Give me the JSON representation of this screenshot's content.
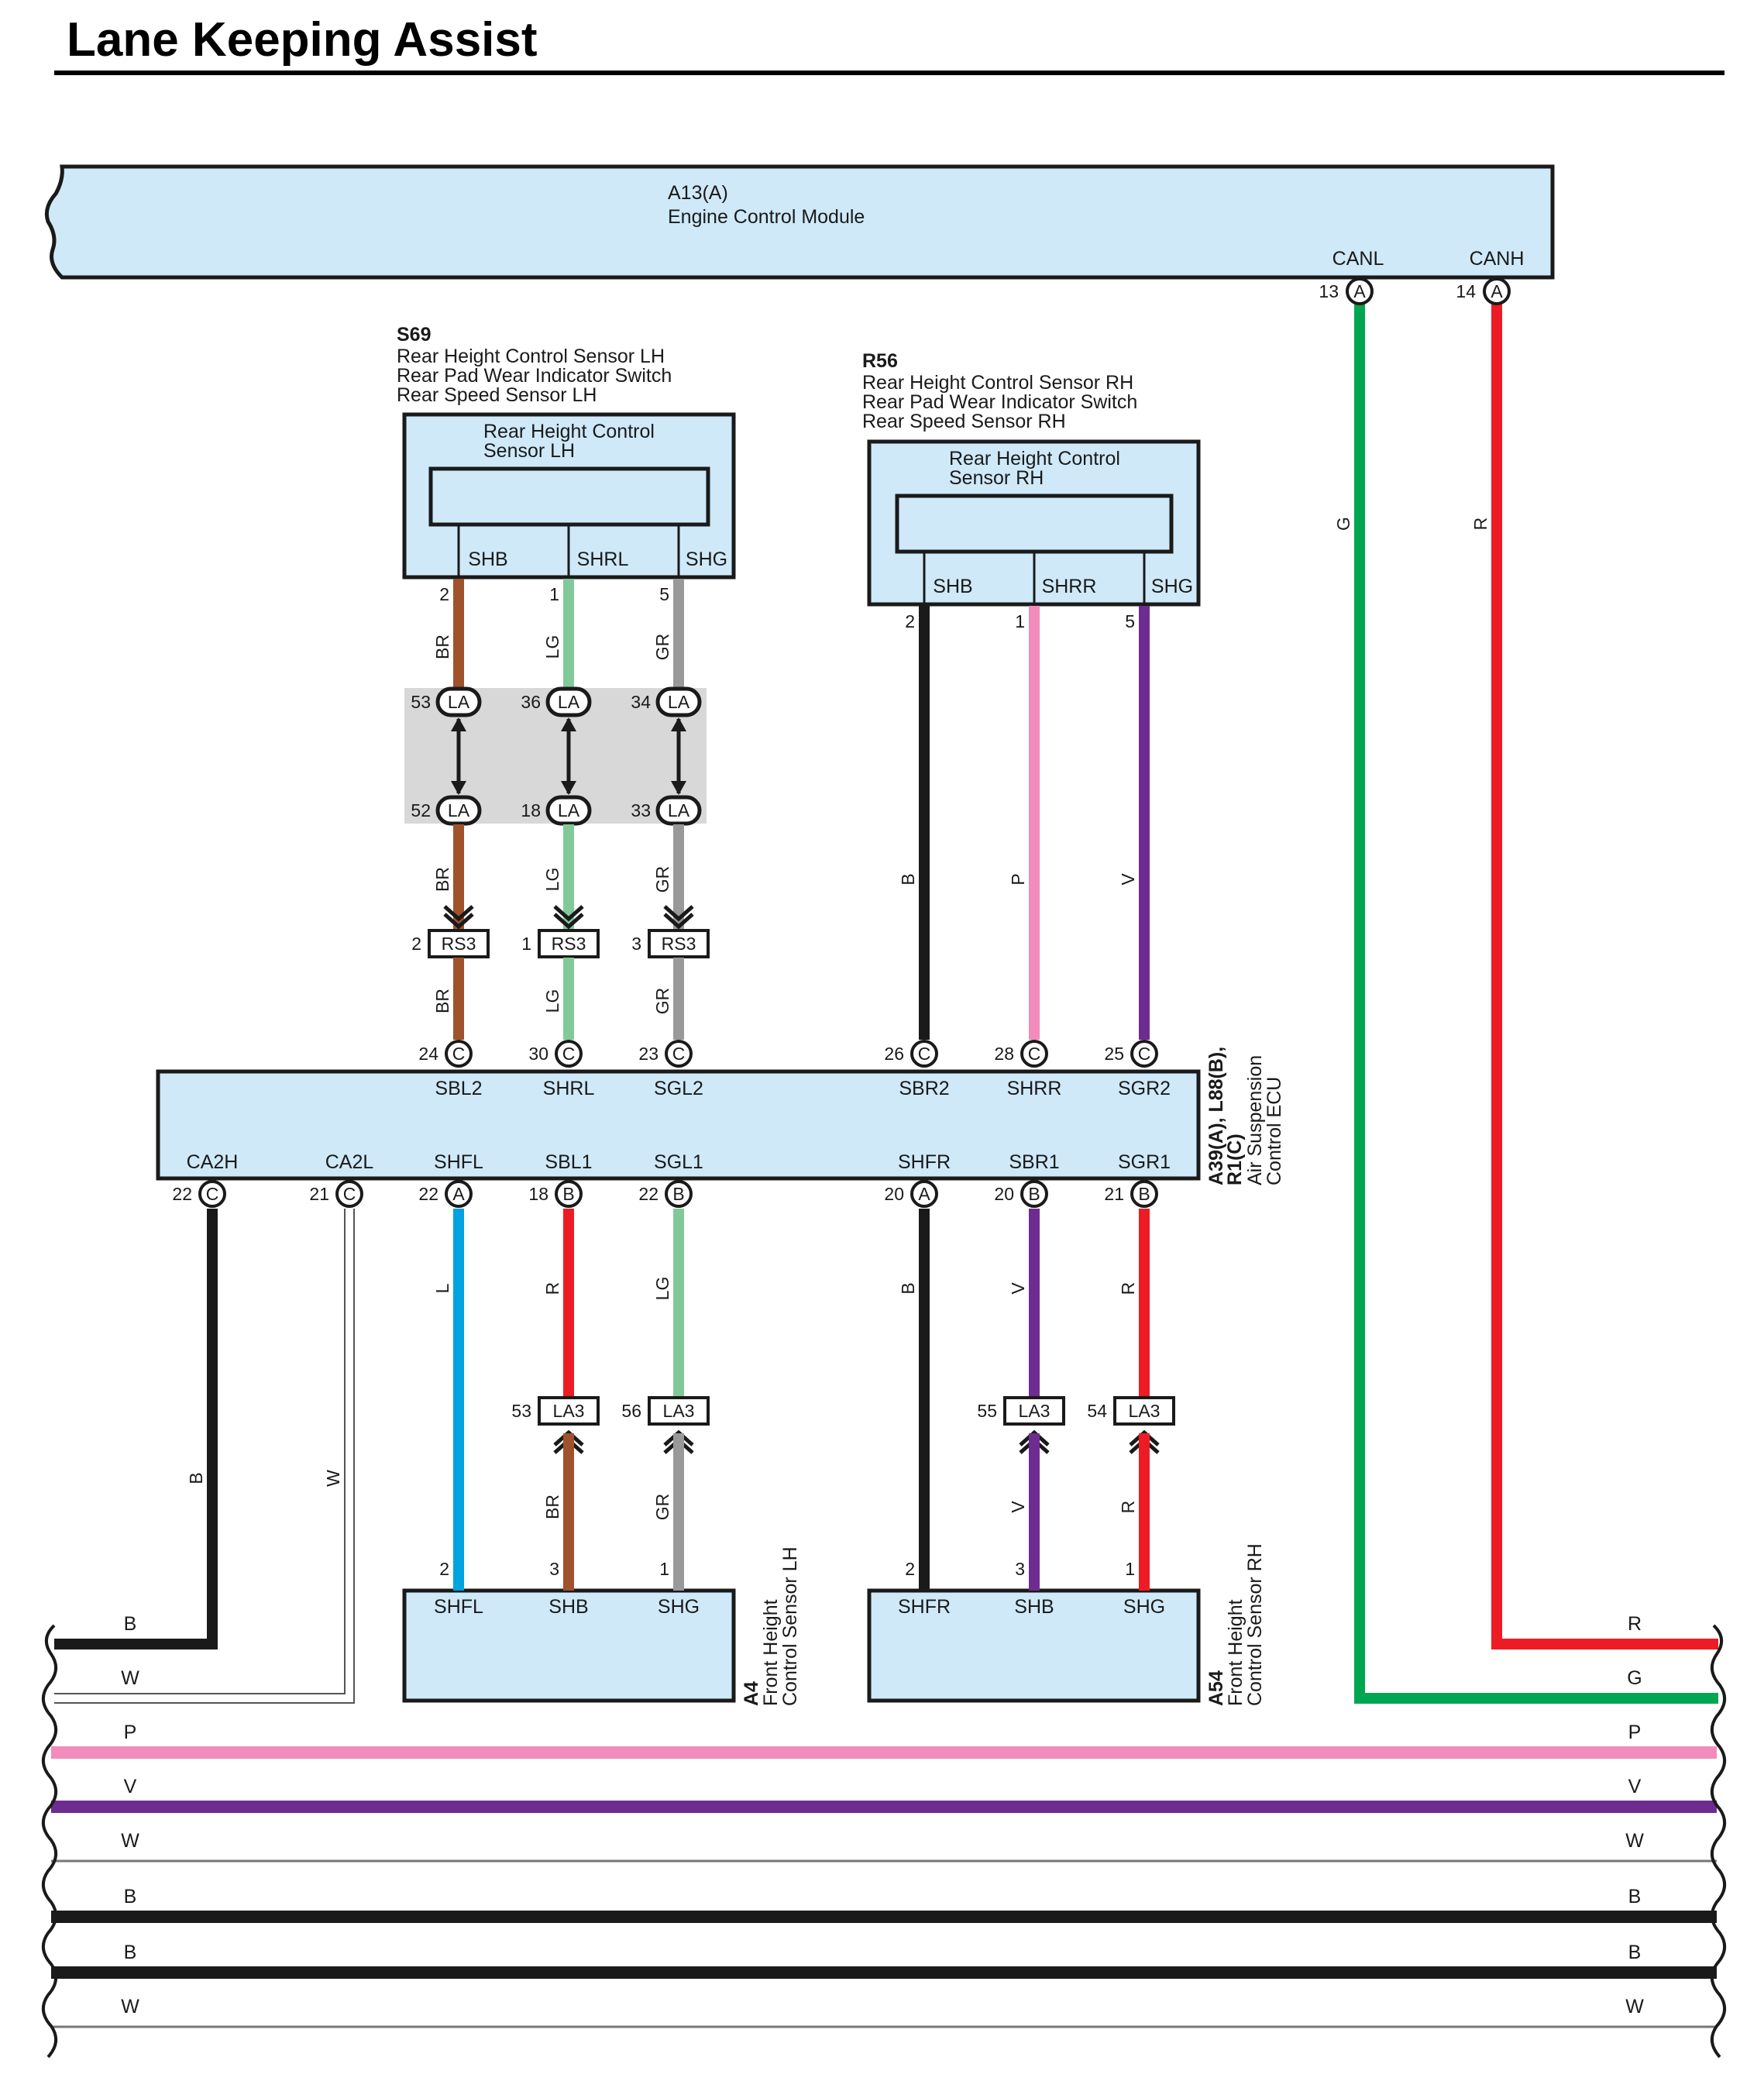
{
  "title": "Lane Keeping Assist",
  "ecm": {
    "code": "A13(A)",
    "name": "Engine Control Module",
    "pins": [
      {
        "name": "CANL",
        "num": "13",
        "conn": "A",
        "color_code": "G"
      },
      {
        "name": "CANH",
        "num": "14",
        "conn": "A",
        "color_code": "R"
      }
    ]
  },
  "s69": {
    "code": "S69",
    "lines": [
      "Rear Height Control Sensor LH",
      "Rear Pad Wear Indicator Switch",
      "Rear Speed Sensor LH"
    ],
    "inner_title_1": "Rear Height Control",
    "inner_title_2": "Sensor LH",
    "pins": [
      {
        "name": "SHB",
        "num": "2",
        "color": "BR"
      },
      {
        "name": "SHRL",
        "num": "1",
        "color": "LG"
      },
      {
        "name": "SHG",
        "num": "5",
        "color": "GR"
      }
    ]
  },
  "r56": {
    "code": "R56",
    "lines": [
      "Rear Height Control Sensor RH",
      "Rear Pad Wear Indicator Switch",
      "Rear Speed Sensor RH"
    ],
    "inner_title_1": "Rear Height Control",
    "inner_title_2": "Sensor RH",
    "pins": [
      {
        "name": "SHB",
        "num": "2",
        "color": "B"
      },
      {
        "name": "SHRR",
        "num": "1",
        "color": "P"
      },
      {
        "name": "SHG",
        "num": "5",
        "color": "V"
      }
    ]
  },
  "la_junction": {
    "top": [
      {
        "num": "53",
        "label": "LA"
      },
      {
        "num": "36",
        "label": "LA"
      },
      {
        "num": "34",
        "label": "LA"
      }
    ],
    "bottom": [
      {
        "num": "52",
        "label": "LA"
      },
      {
        "num": "18",
        "label": "LA"
      },
      {
        "num": "33",
        "label": "LA"
      }
    ],
    "below_colors": [
      "BR",
      "LG",
      "GR"
    ]
  },
  "rs3": [
    {
      "num": "2",
      "label": "RS3",
      "color": "BR"
    },
    {
      "num": "1",
      "label": "RS3",
      "color": "LG"
    },
    {
      "num": "3",
      "label": "RS3",
      "color": "GR"
    }
  ],
  "ecu": {
    "code_1": "A39(A), L88(B),",
    "code_2": "R1(C)",
    "name_1": "Air Suspension",
    "name_2": "Control ECU",
    "top_pins": [
      {
        "name": "SBL2",
        "num": "24",
        "conn": "C"
      },
      {
        "name": "SHRL",
        "num": "30",
        "conn": "C"
      },
      {
        "name": "SGL2",
        "num": "23",
        "conn": "C"
      },
      {
        "name": "SBR2",
        "num": "26",
        "conn": "C"
      },
      {
        "name": "SHRR",
        "num": "28",
        "conn": "C"
      },
      {
        "name": "SGR2",
        "num": "25",
        "conn": "C"
      }
    ],
    "bottom_pins": [
      {
        "name": "CA2H",
        "num": "22",
        "conn": "C",
        "color": "B"
      },
      {
        "name": "CA2L",
        "num": "21",
        "conn": "C",
        "color": "W"
      },
      {
        "name": "SHFL",
        "num": "22",
        "conn": "A",
        "color": "L"
      },
      {
        "name": "SBL1",
        "num": "18",
        "conn": "B",
        "color": "R"
      },
      {
        "name": "SGL1",
        "num": "22",
        "conn": "B",
        "color": "LG"
      },
      {
        "name": "SHFR",
        "num": "20",
        "conn": "A",
        "color": "B"
      },
      {
        "name": "SBR1",
        "num": "20",
        "conn": "B",
        "color": "V"
      },
      {
        "name": "SGR1",
        "num": "21",
        "conn": "B",
        "color": "R"
      }
    ]
  },
  "la3": [
    {
      "num": "53",
      "label": "LA3",
      "lower_color": "BR"
    },
    {
      "num": "56",
      "label": "LA3",
      "lower_color": "GR"
    },
    {
      "num": "55",
      "label": "LA3",
      "lower_color": "V"
    },
    {
      "num": "54",
      "label": "LA3",
      "lower_color": "R"
    }
  ],
  "a4": {
    "code": "A4",
    "name_1": "Front Height",
    "name_2": "Control Sensor LH",
    "pins": [
      {
        "name": "SHFL",
        "num": "2"
      },
      {
        "name": "SHB",
        "num": "3"
      },
      {
        "name": "SHG",
        "num": "1"
      }
    ]
  },
  "a54": {
    "code": "A54",
    "name_1": "Front Height",
    "name_2": "Control Sensor RH",
    "pins": [
      {
        "name": "SHFR",
        "num": "2"
      },
      {
        "name": "SHB",
        "num": "3"
      },
      {
        "name": "SHG",
        "num": "1"
      }
    ]
  },
  "bus": [
    {
      "left": "B",
      "right": "R"
    },
    {
      "left": "W",
      "right": "G"
    },
    {
      "left": "P",
      "right": "P"
    },
    {
      "left": "V",
      "right": "V"
    },
    {
      "left": "W",
      "right": "W"
    },
    {
      "left": "B",
      "right": "B"
    },
    {
      "left": "B",
      "right": "B"
    },
    {
      "left": "W",
      "right": "W"
    }
  ],
  "colors": {
    "BR": "#a0522d",
    "LG": "#82c99a",
    "GR": "#999999",
    "B": "#1a1a1a",
    "P": "#f28cbc",
    "V": "#6e2c91",
    "G": "#00a651",
    "R": "#ed1c24",
    "L": "#00a3e0",
    "W": "#ffffff",
    "box": "#cfe9f9"
  }
}
